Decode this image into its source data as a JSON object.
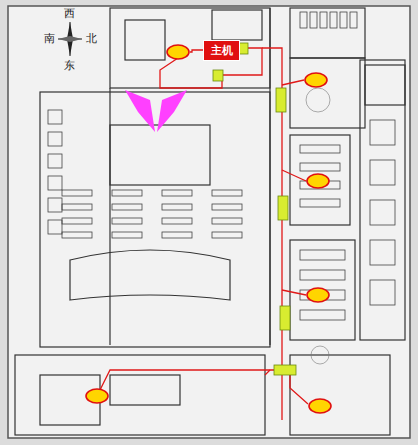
{
  "diagram": {
    "nodes": [
      {
        "text": [
          "主机"
        ]
      }
    ],
    "labels": [
      "西",
      "南",
      "北",
      "东"
    ]
  }
}
